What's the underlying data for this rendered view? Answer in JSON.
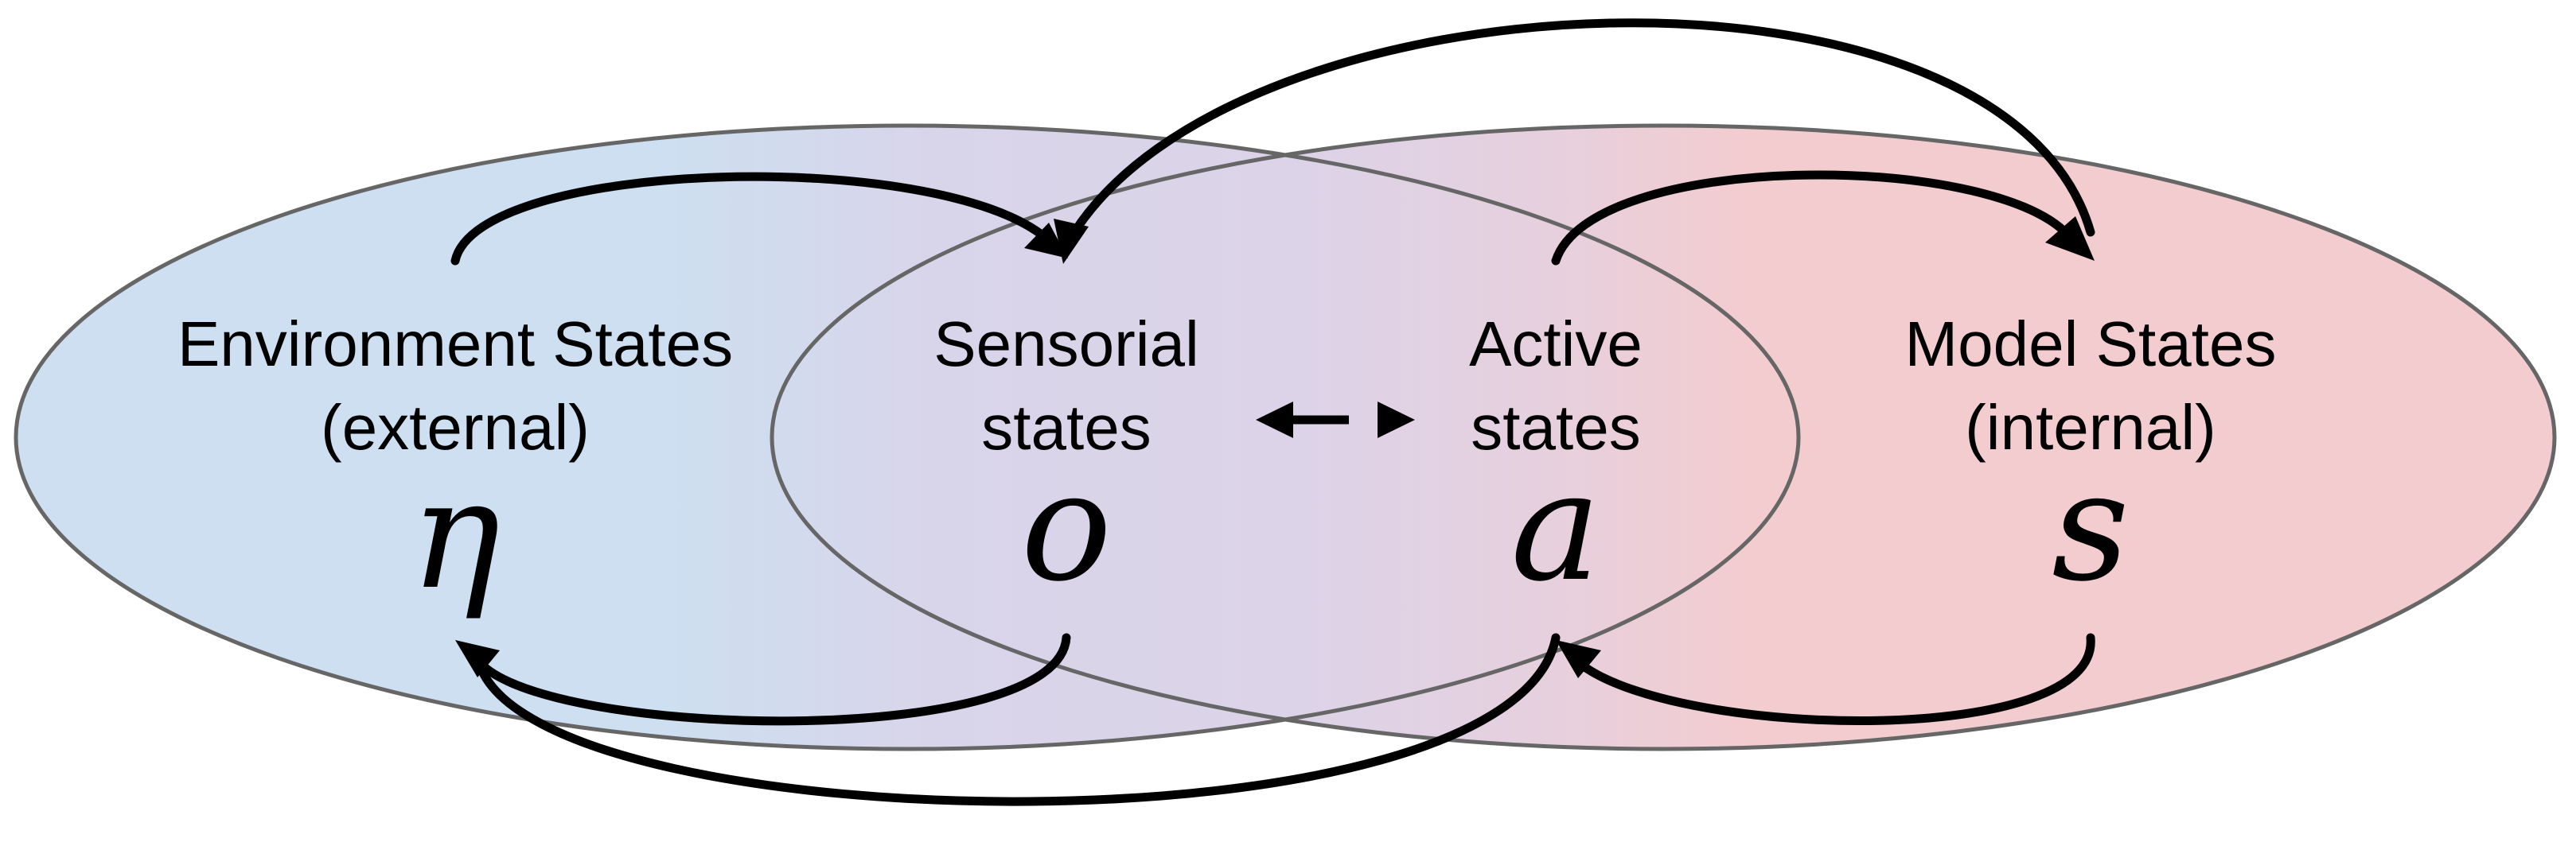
{
  "diagram": {
    "nodes": [
      {
        "id": "environment",
        "line1": "Environment States",
        "line2": "(external)",
        "symbol": "η"
      },
      {
        "id": "sensorial",
        "line1": "Sensorial",
        "line2": "states",
        "symbol": "o"
      },
      {
        "id": "active",
        "line1": "Active",
        "line2": "states",
        "symbol": "a"
      },
      {
        "id": "model",
        "line1": "Model States",
        "line2": "(internal)",
        "symbol": "s"
      }
    ],
    "edges": [
      {
        "from": "environment",
        "to": "sensorial"
      },
      {
        "from": "sensorial",
        "to": "environment"
      },
      {
        "from": "active",
        "to": "model"
      },
      {
        "from": "model",
        "to": "active"
      },
      {
        "from": "model",
        "to": "sensorial"
      },
      {
        "from": "active",
        "to": "environment"
      },
      {
        "from": "sensorial",
        "to": "active",
        "bidirectional": true
      }
    ],
    "colors": {
      "external_region": "#cddff0",
      "internal_region": "#f3cccf",
      "overlap_region": "#dcd3e8",
      "outline": "#666666",
      "arrows": "#000000"
    }
  }
}
